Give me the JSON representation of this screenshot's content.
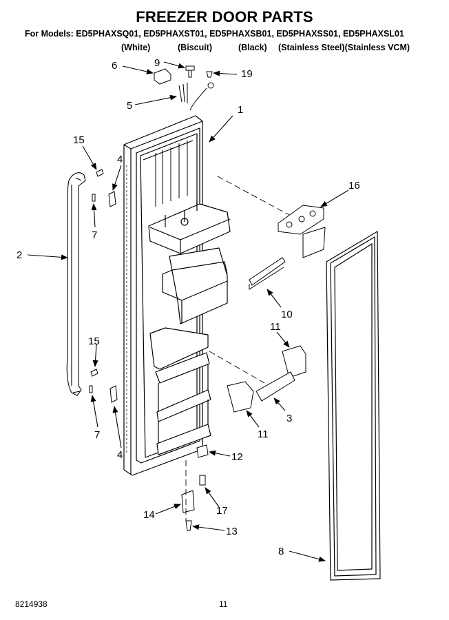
{
  "title": "FREEZER DOOR PARTS",
  "models_line": "For Models: ED5PHAXSQ01, ED5PHAXST01, ED5PHAXSB01, ED5PHAXSS01, ED5PHAXSL01",
  "variants": [
    "(White)",
    "(Biscuit)",
    "(Black)",
    "(Stainless Steel)(Stainless VCM)"
  ],
  "callouts": [
    "1",
    "2",
    "3",
    "4",
    "4",
    "5",
    "6",
    "7",
    "7",
    "8",
    "9",
    "10",
    "11",
    "11",
    "12",
    "13",
    "14",
    "15",
    "15",
    "16",
    "17",
    "19"
  ],
  "footer": {
    "doc_number": "8214938",
    "page_number": "11"
  }
}
